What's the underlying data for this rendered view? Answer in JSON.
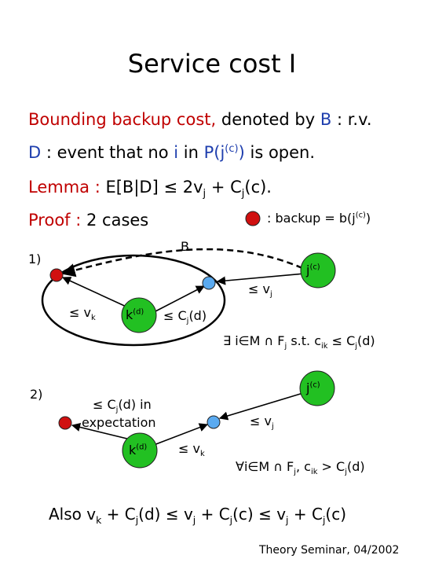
{
  "title": "Service cost I",
  "line1": {
    "red": "Bounding backup cost,",
    "black": " denoted by ",
    "blue": "B",
    "rest": " : r.v."
  },
  "line2": {
    "blue1": "D",
    "black1": " : event that no ",
    "blue2": "i",
    "black2": " in ",
    "blue3": "P(j",
    "sup": "(c)",
    "blue4": ")",
    "rest": " is open."
  },
  "lemma": {
    "label": "Lemma :",
    "expr_a": " E[B|D] ≤ 2v",
    "sub_j": "j",
    "expr_b": " + C",
    "sub_j2": "j",
    "expr_c": "(c)."
  },
  "proof": {
    "label": "Proof :",
    "text": " 2 cases"
  },
  "legend": {
    "text": ": backup = b(j",
    "sup": "(c)",
    "close": ")"
  },
  "case1": {
    "label": "1)",
    "b_label": "B",
    "jc": "j",
    "jc_sup": "(c)",
    "vj": "≤ v",
    "vj_sub": "j",
    "vk": "≤ v",
    "vk_sub": "k",
    "kd": "k",
    "kd_sup": "(d)",
    "cj": "≤ C",
    "cj_sub": "j",
    "cj_tail": "(d)",
    "exists_a": "∃ i∈M ∩ F",
    "exists_sub1": "j",
    "exists_b": " s.t. c",
    "exists_sub2": "ik",
    "exists_c": " ≤ C",
    "exists_sub3": "j",
    "exists_d": "(d)"
  },
  "case2": {
    "label": "2)",
    "jc": "j",
    "jc_sup": "(c)",
    "cj": "≤ C",
    "cj_sub": "j",
    "cj_tail": "(d) in",
    "expectation": "expectation",
    "vj": "≤ v",
    "vj_sub": "j",
    "kd": "k",
    "kd_sup": "(d)",
    "vk": "≤ v",
    "vk_sub": "k",
    "forall_a": "∀i∈M ∩ F",
    "forall_sub1": "j",
    "forall_b": ", c",
    "forall_sub2": "ik",
    "forall_c": " > C",
    "forall_sub3": "j",
    "forall_d": "(d)"
  },
  "also": {
    "a": "Also v",
    "s1": "k",
    "b": " + C",
    "s2": "j",
    "c": "(d) ≤ v",
    "s3": "j",
    "d": " + C",
    "s4": "j",
    "e": "(c) ≤ v",
    "s5": "j",
    "f": " + C",
    "s6": "j",
    "g": "(c)"
  },
  "footer": "Theory Seminar, 04/2002",
  "colors": {
    "red": "#c00000",
    "blue_text": "#1f3fae",
    "green_node": "#22c022",
    "red_node": "#d01010",
    "blue_node": "#5aaaf0"
  }
}
